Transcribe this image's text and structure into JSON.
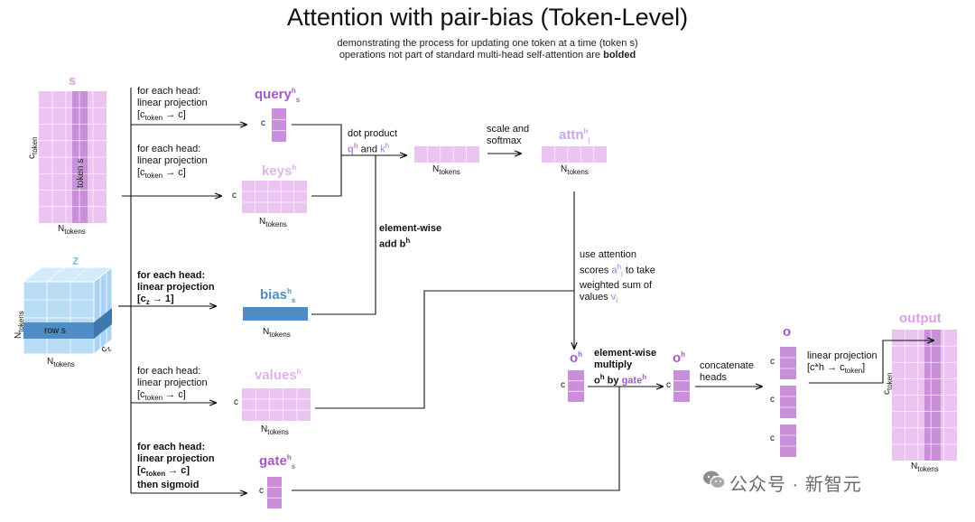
{
  "header": {
    "title": "Attention with pair-bias (Token-Level)",
    "subtitle_line1": "demonstrating the process for updating one token at a time (token s)",
    "subtitle_line2_prefix": "operations not part of standard multi-head self-attention are ",
    "subtitle_line2_bold": "bolded"
  },
  "tensors": {
    "s": {
      "name": "s",
      "row_label": "c",
      "row_sub": "token",
      "col_label": "N",
      "col_sub": "tokens",
      "inner_label": "token s"
    },
    "z": {
      "name": "z",
      "inner_label": "row s",
      "left_label": "N",
      "left_sub": "tokens",
      "bottom_label": "N",
      "bottom_sub": "tokens",
      "depth_label": "c",
      "depth_sub": "z"
    },
    "query": {
      "name": "query",
      "sup": "h",
      "sub": "s",
      "dim": "c"
    },
    "keys": {
      "name": "keys",
      "sup": "h",
      "dim": "c",
      "n_label": "N",
      "n_sub": "tokens"
    },
    "bias": {
      "name": "bias",
      "sup": "h",
      "sub": "s",
      "n_label": "N",
      "n_sub": "tokens"
    },
    "values": {
      "name": "values",
      "sup": "h",
      "dim": "c",
      "n_label": "N",
      "n_sub": "tokens"
    },
    "gate": {
      "name": "gate",
      "sup": "h",
      "sub": "s",
      "dim": "c"
    },
    "dot": {
      "n_label": "N",
      "n_sub": "tokens"
    },
    "attn": {
      "name": "attn",
      "sup": "h",
      "sub": "i",
      "n_label": "N",
      "n_sub": "tokens"
    },
    "oh1": {
      "name": "o",
      "sup": "h",
      "dim": "c"
    },
    "oh2": {
      "name": "o",
      "sup": "h",
      "dim": "c"
    },
    "o": {
      "name": "o",
      "dim": "c"
    },
    "output": {
      "name": "output",
      "row_label": "c",
      "row_sub": "token",
      "col_label": "N",
      "col_sub": "tokens"
    }
  },
  "steps": {
    "query_proj": {
      "l1": "for each head:",
      "l2": "linear projection",
      "l3": "[c",
      "l3_sub": "token",
      "l3_end": " → c]"
    },
    "keys_proj": {
      "l1": "for each head:",
      "l2": "linear projection",
      "l3": "[c",
      "l3_sub": "token",
      "l3_end": " → c]"
    },
    "bias_proj": {
      "l1": "for each head:",
      "l2": "linear projection",
      "l3": "[c",
      "l3_sub": "z",
      "l3_end": " → 1]"
    },
    "values_proj": {
      "l1": "for each head:",
      "l2": "linear projection",
      "l3": "[c",
      "l3_sub": "token",
      "l3_end": " → c]"
    },
    "gate_proj": {
      "l1": "for each head:",
      "l2": "linear projection",
      "l3": "[c",
      "l3_sub": "token",
      "l3_end": " → c]",
      "l4": "then sigmoid"
    },
    "dot_product": {
      "l1": "dot product",
      "q": "q",
      "q_sup": "h",
      "and": " and ",
      "k": "k",
      "k_sup": "h"
    },
    "scale": {
      "l1": "scale and",
      "l2": "softmax"
    },
    "add_bias": {
      "l1": "element-wise",
      "l2": "add b",
      "l2_sup": "h"
    },
    "weighted_sum": {
      "l1": "use attention",
      "l2a": "scores ",
      "l2b": "a",
      "l2b_sup": "h",
      "l2b_sub": "i",
      "l2c": " to take",
      "l3": "weighted sum of",
      "l4a": "values ",
      "l4b": "v",
      "l4b_sub": "i"
    },
    "multiply": {
      "l1": "element-wise",
      "l2": "multiply",
      "l3a": "o",
      "l3a_sup": "h",
      "l3b": " by ",
      "l3c": "gate",
      "l3c_sup": "h"
    },
    "concat": {
      "l1": "concatenate",
      "l2": "heads"
    },
    "out_proj": {
      "l1": "linear projection",
      "l2": "[c*h → c",
      "l2_sub": "token",
      "l2_end": "]"
    }
  },
  "watermark": "公众号 · 新智元",
  "colors": {
    "light_purple": "#ebc4f1",
    "mid_purple": "#c98fd9",
    "dark_purple": "#a45bc3",
    "bias_blue": "#4d8cc4",
    "z_blue": "#b9dcf5",
    "z_dark": "#4e8dc6",
    "z_title": "#8fc3ea",
    "highlight": "#b78ad8"
  }
}
